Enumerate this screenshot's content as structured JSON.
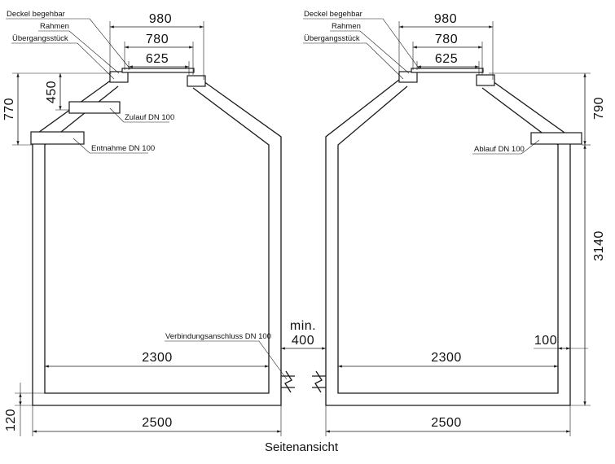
{
  "left_tank": {
    "labels": {
      "cover": "Deckel begehbar",
      "frame": "Rahmen",
      "transition": "Übergangsstück",
      "inlet": "Zulauf DN 100",
      "outlet": "Entnahme DN 100",
      "connection": "Verbindungsanschluss DN 100"
    },
    "dims": {
      "top_outer": "980",
      "top_frame": "780",
      "top_cover": "625",
      "height_outlet": "770",
      "height_inlet": "450",
      "inner_width": "2300",
      "outer_width": "2500",
      "floor": "120"
    }
  },
  "right_tank": {
    "labels": {
      "cover": "Deckel begehbar",
      "frame": "Rahmen",
      "transition": "Übergangsstück",
      "outlet": "Ablauf DN 100"
    },
    "dims": {
      "top_outer": "980",
      "top_frame": "780",
      "top_cover": "625",
      "height_outlet": "790",
      "height_total": "3140",
      "wall": "100",
      "inner_width": "2300",
      "outer_width": "2500"
    }
  },
  "spacing": {
    "prefix": "min.",
    "value": "400"
  },
  "caption": "Seitenansicht"
}
